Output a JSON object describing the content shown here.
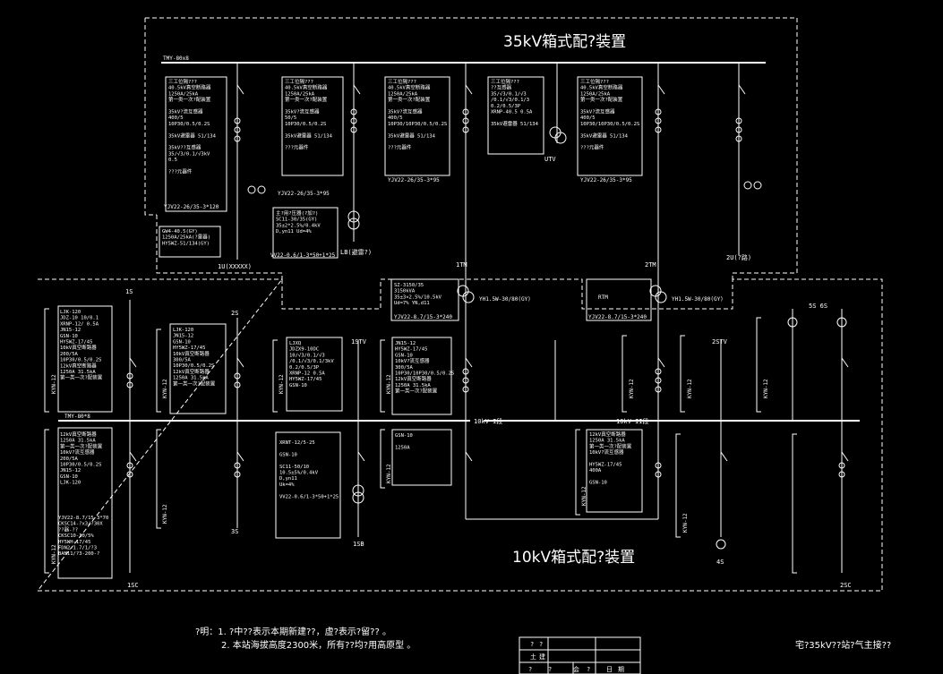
{
  "section_35kv_title": "35kV箱式配?装置",
  "section_10kv_title": "10kV箱式配?装置",
  "busbar_35": "TMY-80x8",
  "busbar_10": "TMY-80*8",
  "labels": {
    "utv": "UTV",
    "t1m": "1TM",
    "t2m": "2TM",
    "l1u": "1U(XXXXX)",
    "l2u": "2U(?路)",
    "s1": "1S",
    "s2": "2S",
    "s3": "3S",
    "s4": "4S",
    "s5": "5S 6S",
    "sc1": "1SC",
    "sc2": "2SC",
    "sb1": "1SB",
    "stv1": "1STV",
    "stv2": "2STV",
    "bus10_1": "10kV I段",
    "bus10_2": "10kV II段",
    "lb": "LB(避雷?)"
  },
  "kyn": [
    "KYN-12",
    "KYN-12",
    "KYN-12",
    "KYN-12",
    "KYN-12",
    "KYN-12",
    "KYN-12",
    "KYN-12",
    "KYN-12",
    "KYN-12",
    "KYN-12",
    "KYN-12"
  ],
  "panels35": [
    {
      "lines": [
        "三工位隔???",
        "40.5kV真空断路器",
        "1250A/25kA",
        "第一类一次?配装置",
        "",
        "35kV?流互感器",
        "400/5",
        "10P30/0.5/0.2S",
        "",
        "35kV避雷器 51/134",
        "",
        "35kV??互感器",
        "35/√3/0.1/√3kV",
        "0.5",
        "",
        "???元器件"
      ]
    },
    {
      "lines": [
        "三工位隔???",
        "40.5kV真空断路器",
        "1250A/25kA",
        "第一类一次?配装置",
        "",
        "35kV?流互感器",
        "50/5",
        "10P30/0.5/0.2S",
        "",
        "35kV避雷器 51/134",
        "",
        "???元器件"
      ]
    },
    {
      "lines": [
        "三工位隔???",
        "40.5kV真空断路器",
        "1250A/25kA",
        "第一类一次?配装置",
        "",
        "35kV?流互感器",
        "400/5",
        "10P30/10P30/0.5/0.2S",
        "",
        "35kV避雷器 51/134",
        "",
        "???元器件"
      ]
    },
    {
      "lines": [
        "三工位隔???",
        "??互感器",
        "35/√3/0.1/√3",
        "/0.1/√3/0.1/3",
        "0.2/0.5/3P",
        "XRNP-40.5 0.5A",
        "",
        "35kV避雷器 51/134"
      ]
    },
    {
      "lines": [
        "三工位隔???",
        "40.5kV真空断路器",
        "1250A/25kA",
        "第一类一次?配装置",
        "",
        "35kV?流互感器",
        "400/5",
        "10P30/10P30/0.5/0.2S",
        "",
        "35kV避雷器 51/134",
        "",
        "???元器件"
      ]
    }
  ],
  "cables35": [
    "YJV22-26/35-3*120",
    "YJV22-26/35-3*95",
    "YJV22-26/35-3*95",
    "YJV22-26/35-3*95"
  ],
  "station_tx": [
    "主?用?压器(?加?)",
    "SC11-30/35(GY)",
    "35±2*2.5%/0.4kV",
    "D,yn11 Ud=4%"
  ],
  "station_cable": "VV22-0.6/1-3*50+1*25",
  "gw4": [
    "GW4-40.5(GY)",
    "1250A/25kA(?雷器)",
    "HY5WZ-51/134(GY)"
  ],
  "tx1": [
    "SZ-3150/35",
    "3150kVA",
    "35±3×2.5%/10.5kV",
    "Ud=7% YN,d11"
  ],
  "tx1_cable": "YJV22-8.7/15-3*240",
  "tx2_cable": "YJV22-8.7/15-3*240",
  "tx_right": "RTM",
  "arrester35": "YH1.5W-30/80(GY)",
  "panels10": [
    {
      "lines": [
        "LJK-120",
        "JDZ-10 10/0.1",
        "XRNP-12/ 0.5A",
        "JN15-12",
        "GSN-10",
        "HY5WZ-17/45",
        "10kV真空断路器",
        "200/5A",
        "10P30/0.5/0.2S",
        "12kV真空断路器",
        "1250A 31.5kA",
        "第一类一次?配装置"
      ]
    },
    {
      "lines": [
        "LJK-120",
        "JN15-12",
        "GSN-10",
        "HY5WZ-17/45",
        "10kV真空断路器",
        "300/5A",
        "10P30/0.5/0.2S",
        "12kV真空断路器",
        "1250A 31.5kA",
        "第一类一次?配装置"
      ]
    },
    {
      "lines": [
        "LJXQ",
        "JDZX9-10DC",
        "10/√3/0.1/√3",
        "/0.1/√3/0.1/3kV",
        "0.2/0.5/3P",
        "XRNP-12 0.5A",
        "HY5WZ-17/45",
        "GSN-10"
      ]
    },
    {
      "lines": [
        "JN15-12",
        "HY5WZ-17/45",
        "GSN-10",
        "10kV?流互感器",
        "300/5A",
        "10P30/10P30/0.5/0.2S",
        "12kV真空断路器",
        "1250A 31.5kA",
        "第一类一次?配装置"
      ]
    }
  ],
  "panel10_lower": [
    {
      "lines": [
        "12kV真空断路器",
        "1250A 31.5kA",
        "第一类一次?配装置",
        "10kV?流互感器",
        "200/5A",
        "10P30/0.5/0.2S",
        "JN15-12",
        "GSN-10",
        "LJK-120"
      ]
    },
    {
      "lines": [
        "XRNT-12/5-25",
        "",
        "GSN-10",
        "",
        "SC11-50/10",
        "10.5±5%/0.4kV",
        "D,yn11",
        "Uk=4%",
        "",
        "VV22-0.6/1-3*50+1*25"
      ]
    },
    {
      "lines": [
        "GSN-10",
        "",
        "1250A"
      ]
    },
    {
      "lines": [
        "12kV真空断路器",
        "1250A 31.5kA",
        "第一类一次?配装置",
        "10kV?流互感器",
        "",
        "HY5WZ-17/45",
        "400A",
        "",
        "GSN-10"
      ]
    }
  ],
  "left_misc": [
    "YJV22-8.7/15-3*70",
    "CKSC14-?x3/?30X",
    "??器-??",
    "CKSC10-30/5%",
    "HY5WH-17/45",
    "FDN2-1.7/1/?3",
    "BAM11/?3-200-?"
  ],
  "notes": {
    "line1": "?明：1. ?中??表示本期新建??，虚?表示?留?? 。",
    "line2": "2. 本站海拔高度2300米，所有??均?用高原型 。"
  },
  "title_block": {
    "rows": [
      [
        "?",
        "?",
        "",
        ""
      ],
      [
        "土",
        "建",
        "",
        ""
      ],
      [
        "?",
        "?",
        "会",
        "?",
        "日",
        "期"
      ]
    ]
  },
  "drawing_title": "宅?35kV??站?气主接??"
}
